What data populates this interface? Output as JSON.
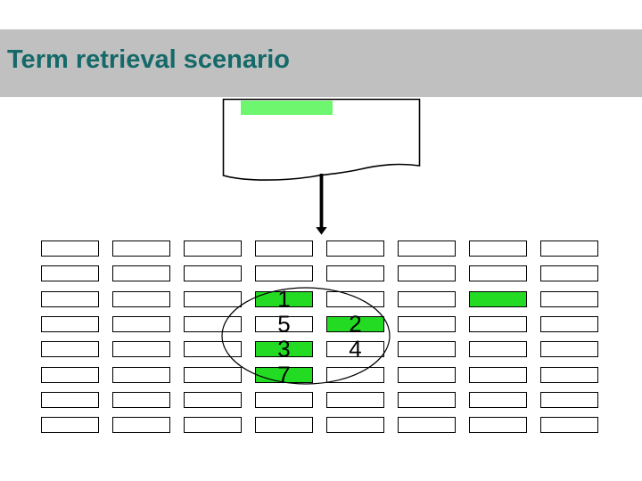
{
  "header": {
    "title": "Term retrieval scenario"
  },
  "colors": {
    "title_teal": "#156969",
    "header_bar": "#C0C0C0",
    "doc_band_green": "#6EF76E",
    "cell_green": "#24DB24",
    "box_border": "#000000"
  },
  "document_shape": {
    "description": "document-with-highlighted-term"
  },
  "grid": {
    "rows": 8,
    "cols": 8,
    "highlighted_cells": [
      {
        "row": 3,
        "col": 4,
        "green": true,
        "label": "1"
      },
      {
        "row": 3,
        "col": 7,
        "green": true,
        "label": ""
      },
      {
        "row": 4,
        "col": 4,
        "green": false,
        "label": "5"
      },
      {
        "row": 4,
        "col": 5,
        "green": true,
        "label": "2"
      },
      {
        "row": 5,
        "col": 4,
        "green": true,
        "label": "3"
      },
      {
        "row": 5,
        "col": 5,
        "green": false,
        "label": "4"
      },
      {
        "row": 6,
        "col": 4,
        "green": true,
        "label": "7"
      }
    ]
  }
}
